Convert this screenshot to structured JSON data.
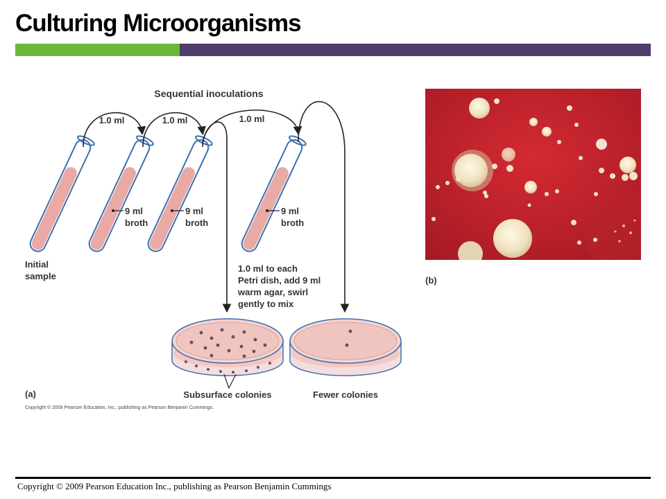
{
  "slide": {
    "title": "Culturing Microorganisms",
    "footer": "Copyright © 2009 Pearson Education Inc., publishing as Pearson Benjamin Cummings"
  },
  "figure_a": {
    "heading": "Sequential inoculations",
    "transfers": [
      "1.0 ml",
      "1.0 ml",
      "1.0 ml"
    ],
    "tube_label_line1": "9 ml",
    "tube_label_line2": "broth",
    "initial_line1": "Initial",
    "initial_line2": "sample",
    "plating_lines": [
      "1.0 ml to each",
      "Petri dish, add 9 ml",
      "warm agar, swirl",
      "gently to mix"
    ],
    "dish_left_label": "Subsurface colonies",
    "dish_right_label": "Fewer colonies",
    "panel_label": "(a)",
    "copyright": "Copyright © 2009 Pearson Education, Inc., publishing as Pearson Benjamin Cummings."
  },
  "figure_b": {
    "panel_label": "(b)"
  },
  "colors": {
    "green_bar": "#6bb83a",
    "purple_bar": "#4f3d6b",
    "broth": "#e9aaa6",
    "tube_outline": "#3b6fb0",
    "agar_red": "#c3242d"
  }
}
